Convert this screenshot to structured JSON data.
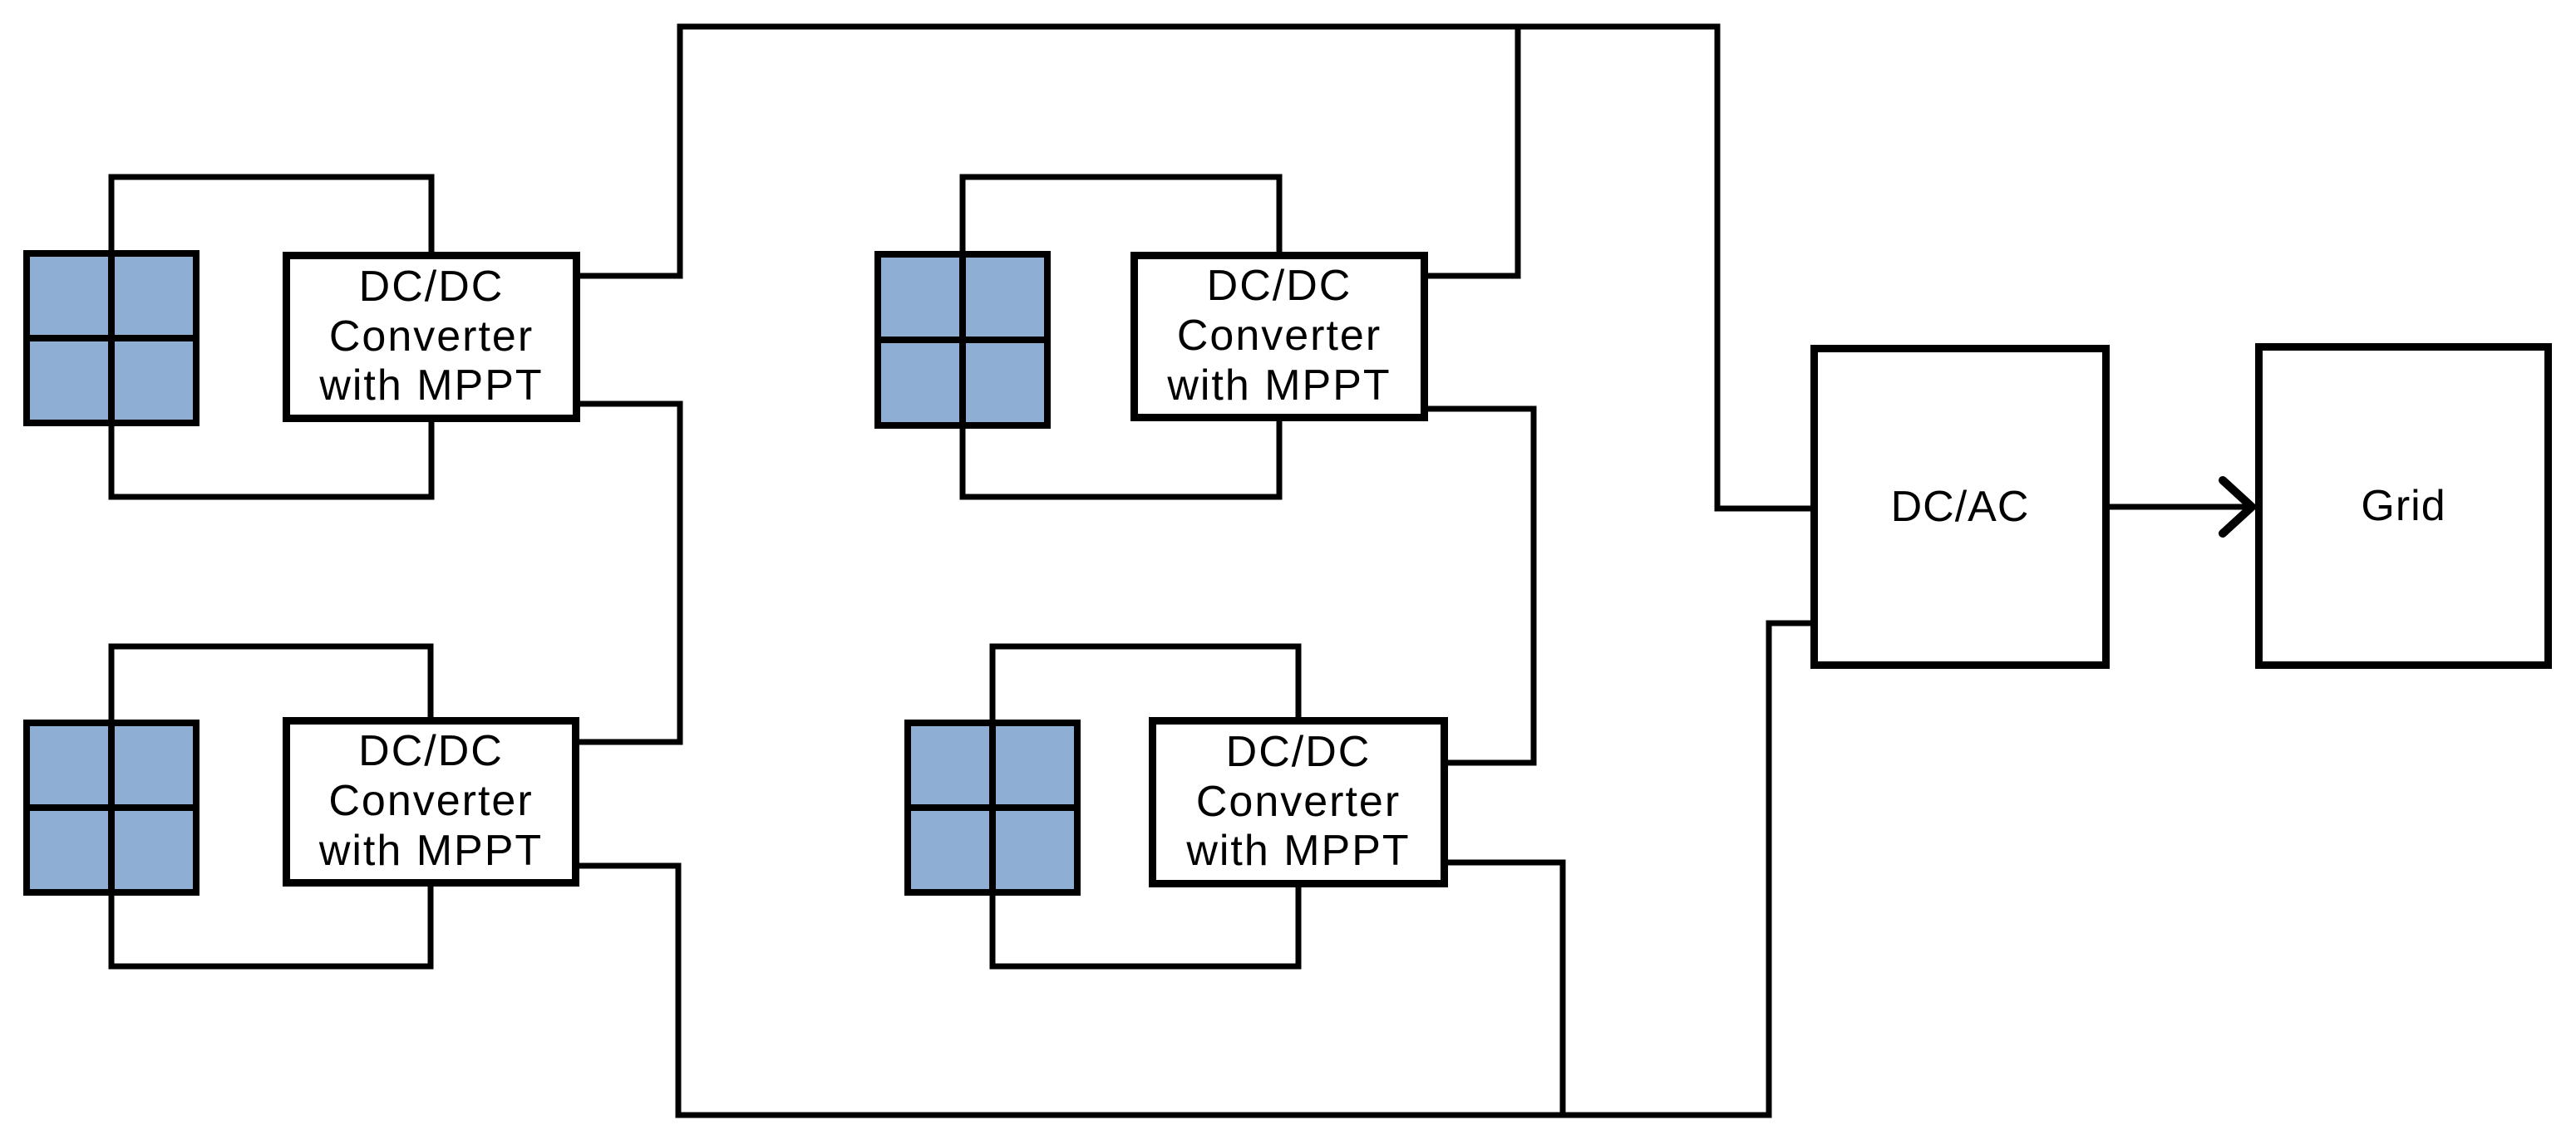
{
  "colors": {
    "background": "#FFFFFF",
    "line": "#000000",
    "pv_panel_fill": "#8EAFD3"
  },
  "pv_panel": {
    "fill": "#8EAFD3",
    "grid_rows": 2,
    "grid_cols": 2
  },
  "blocks": {
    "converters": [
      {
        "id": "dcdc-converter-1",
        "label": "DC/DC\nConverter\nwith MPPT"
      },
      {
        "id": "dcdc-converter-2",
        "label": "DC/DC\nConverter\nwith MPPT"
      },
      {
        "id": "dcdc-converter-3",
        "label": "DC/DC\nConverter\nwith MPPT"
      },
      {
        "id": "dcdc-converter-4",
        "label": "DC/DC\nConverter\nwith MPPT"
      }
    ],
    "inverter": {
      "id": "dc-ac-inverter",
      "label": "DC/AC"
    },
    "grid": {
      "id": "grid",
      "label": "Grid"
    }
  },
  "connections": [
    {
      "from": "pv-panel-1",
      "to": "dcdc-converter-1",
      "type": "input-loop"
    },
    {
      "from": "pv-panel-2",
      "to": "dcdc-converter-2",
      "type": "input-loop"
    },
    {
      "from": "pv-panel-3",
      "to": "dcdc-converter-3",
      "type": "input-loop"
    },
    {
      "from": "pv-panel-4",
      "to": "dcdc-converter-4",
      "type": "input-loop"
    },
    {
      "from": "dcdc-converter-1",
      "to": "dcdc-converter-3",
      "type": "series-link"
    },
    {
      "from": "dcdc-converter-2",
      "to": "dcdc-converter-4",
      "type": "series-link"
    },
    {
      "from": "dcdc-converter-1",
      "to": "dc-ac-inverter",
      "type": "top-bus"
    },
    {
      "from": "dcdc-converter-2",
      "to": "dc-ac-inverter",
      "type": "top-bus"
    },
    {
      "from": "dcdc-converter-3",
      "to": "dc-ac-inverter",
      "type": "bottom-bus"
    },
    {
      "from": "dcdc-converter-4",
      "to": "dc-ac-inverter",
      "type": "bottom-bus"
    },
    {
      "from": "dc-ac-inverter",
      "to": "grid",
      "type": "arrow"
    }
  ]
}
